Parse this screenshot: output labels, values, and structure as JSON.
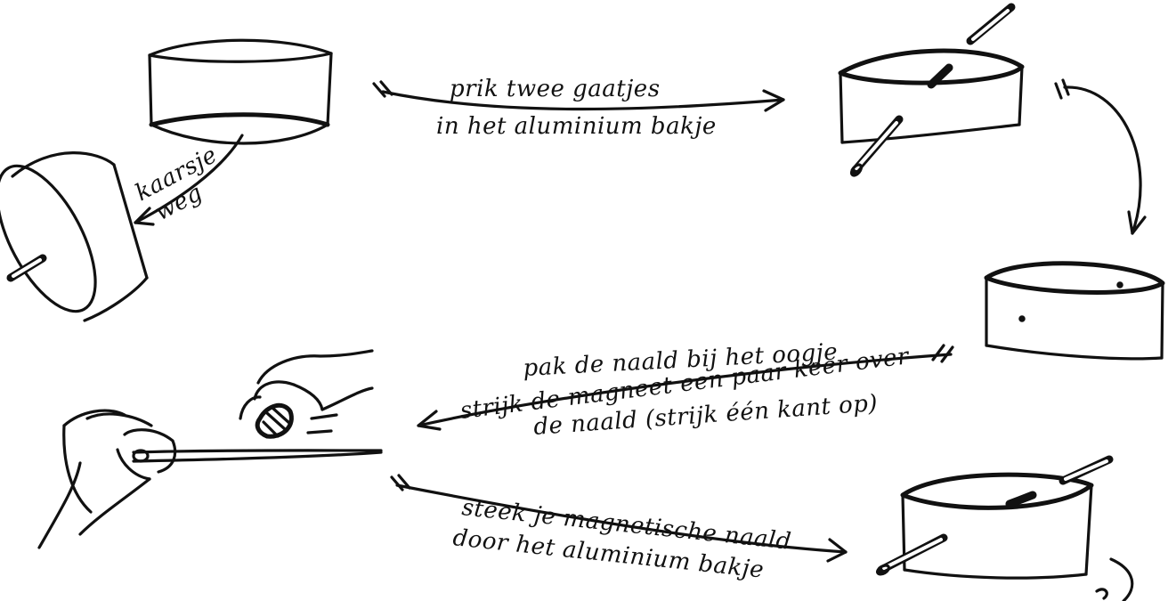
{
  "captions": {
    "step1_line1": "prik twee gaatjes",
    "step1_line2": "in het aluminium bakje",
    "step_remove_line1": "kaarsje",
    "step_remove_line2": "weg",
    "step3_line1": "pak de naald bij het oogje",
    "step3_line2": "strijk de magneet een paar keer over",
    "step3_line3": "de naald (strijk één kant op)",
    "step4_line1": "steek je magnetische naald",
    "step4_line2": "door het aluminium bakje"
  }
}
